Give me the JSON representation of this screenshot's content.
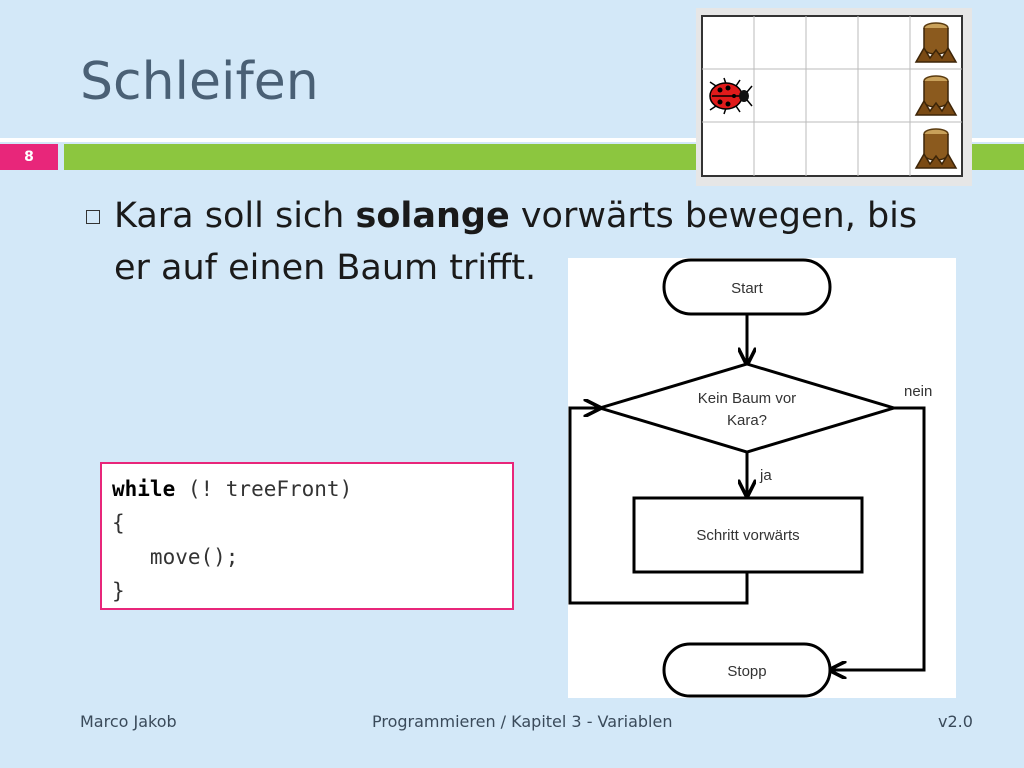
{
  "slide": {
    "title": "Schleifen",
    "page_number": "8",
    "bullet": {
      "text_before": "Kara soll sich ",
      "text_bold": "solange",
      "text_after": " vorwärts bewegen, bis er auf einen Baum trifft."
    },
    "code": {
      "keyword": "while",
      "condition": " (! treeFront)",
      "open_brace": "{",
      "body": "   move();",
      "close_brace": "}"
    },
    "flowchart": {
      "start": "Start",
      "decision_line1": "Kein Baum vor",
      "decision_line2": "Kara?",
      "yes_label": "ja",
      "no_label": "nein",
      "process": "Schritt vorwärts",
      "stop": "Stopp"
    },
    "footer": {
      "author": "Marco Jakob",
      "course": "Programmieren / Kapitel 3 - Variablen",
      "version": "v2.0"
    }
  },
  "colors": {
    "background": "#d3e8f8",
    "accent_green": "#8cc63f",
    "accent_pink": "#e8267a",
    "title": "#4a6075"
  },
  "icons": [
    "ladybug-icon",
    "tree-stump-icon",
    "bullet-square-icon"
  ]
}
